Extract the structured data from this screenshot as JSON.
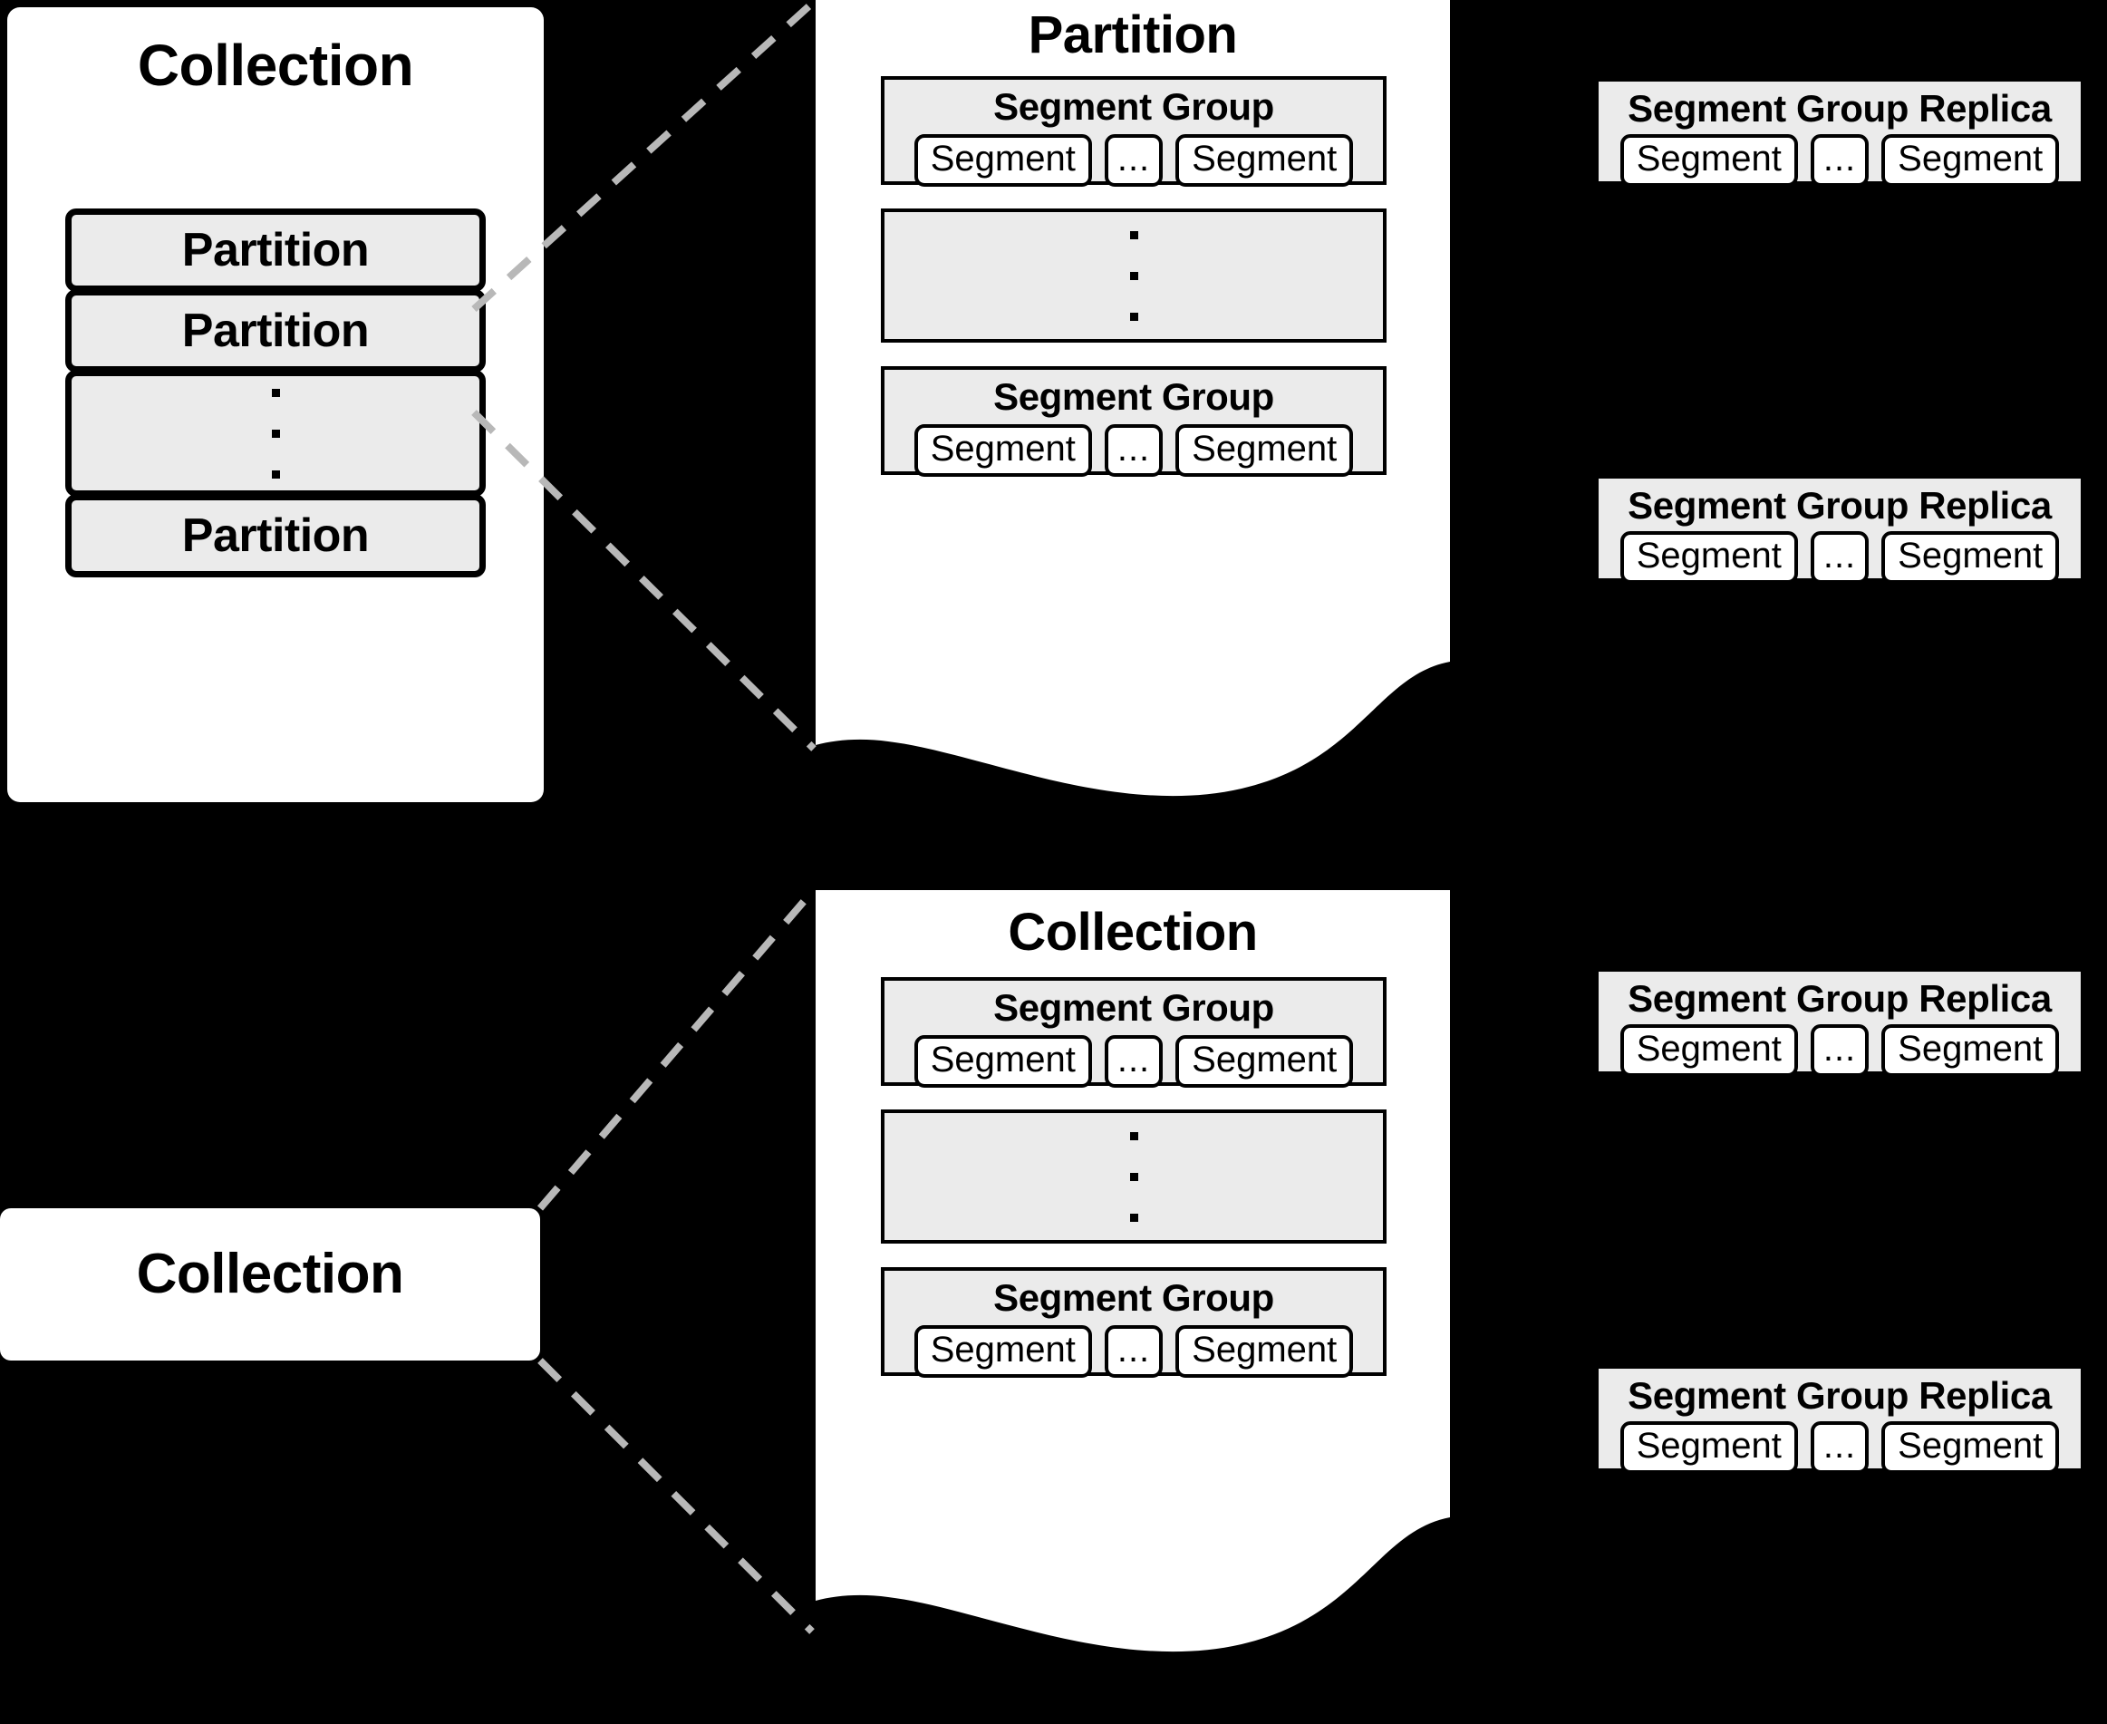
{
  "diagram": {
    "title": "Collection / Partition / Segment Group storage hierarchy",
    "colors": {
      "background": "#000000",
      "panel": "#ffffff",
      "block_fill": "#ebebeb",
      "stroke": "#000000",
      "connector": "#b8b8b8"
    }
  },
  "top": {
    "collection_panel": {
      "title": "Collection",
      "partitions": [
        {
          "label": "Partition",
          "kind": "box"
        },
        {
          "label": "Partition",
          "kind": "box"
        },
        {
          "label": "",
          "kind": "vertical-dots"
        },
        {
          "label": "Partition",
          "kind": "box"
        }
      ]
    },
    "partition_panel": {
      "title": "Partition",
      "segment_groups": [
        {
          "title": "Segment Group",
          "segments": [
            "Segment",
            "...",
            "Segment"
          ]
        },
        {
          "title": "",
          "kind": "vertical-dots",
          "segments": []
        },
        {
          "title": "Segment Group",
          "segments": [
            "Segment",
            "...",
            "Segment"
          ]
        }
      ]
    },
    "replicas": [
      {
        "title": "Segment Group Replica",
        "segments": [
          "Segment",
          "...",
          "Segment"
        ]
      },
      {
        "title": "Segment Group Replica",
        "segments": [
          "Segment",
          "...",
          "Segment"
        ]
      }
    ]
  },
  "bottom": {
    "collection_node": {
      "title": "Collection"
    },
    "collection_panel": {
      "title": "Collection",
      "segment_groups": [
        {
          "title": "Segment Group",
          "segments": [
            "Segment",
            "...",
            "Segment"
          ]
        },
        {
          "title": "",
          "kind": "vertical-dots",
          "segments": []
        },
        {
          "title": "Segment Group",
          "segments": [
            "Segment",
            "...",
            "Segment"
          ]
        }
      ]
    },
    "replicas": [
      {
        "title": "Segment Group Replica",
        "segments": [
          "Segment",
          "...",
          "Segment"
        ]
      },
      {
        "title": "Segment Group Replica",
        "segments": [
          "Segment",
          "...",
          "Segment"
        ]
      }
    ]
  }
}
